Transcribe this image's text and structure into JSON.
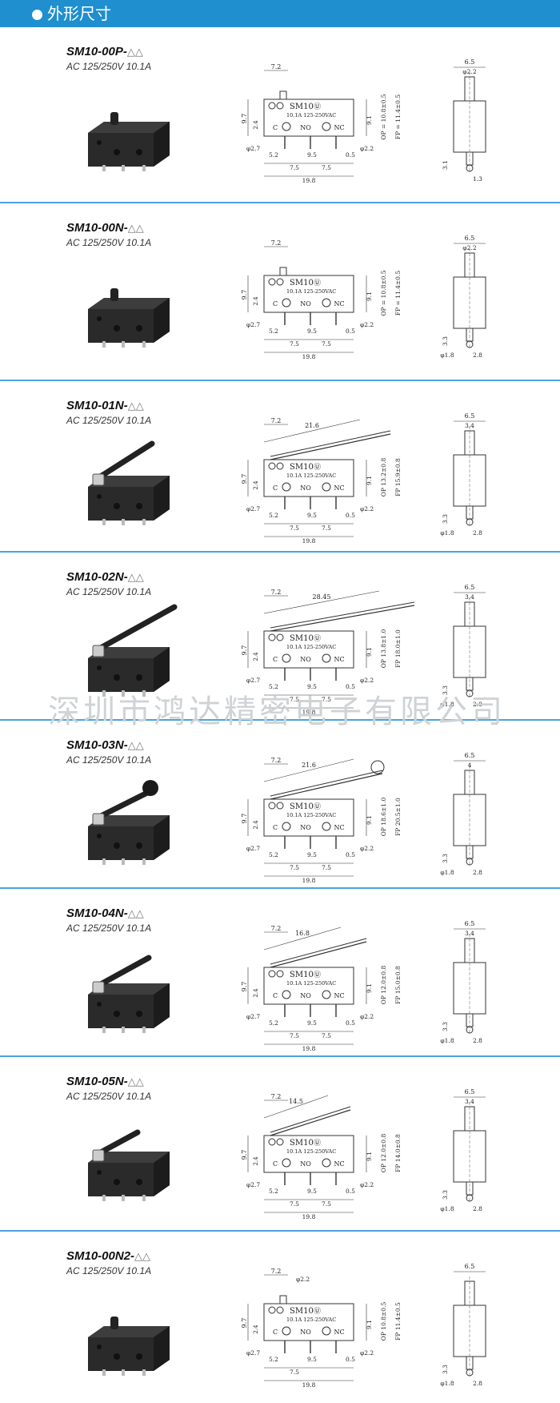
{
  "header": {
    "title": "外形尺寸"
  },
  "watermark": "深圳市鸿达精密电子有限公司",
  "common": {
    "rating": "AC 125/250V 10.1A",
    "label": "SM10",
    "spec": "10.1A  125-250VAC",
    "pin_c": "C",
    "pin_no": "NO",
    "pin_nc": "NC"
  },
  "items": [
    {
      "model": "SM10-00P-",
      "marks": "△△",
      "dims": {
        "w": "7.2",
        "h": "9.7",
        "d1": "2.4",
        "pin_d": "φ2.7",
        "hole_d": "φ2.2",
        "a": "5.2",
        "b": "9.5",
        "c": "0.5",
        "e": "7.5",
        "f": "7.5",
        "total": "19.8",
        "op": "OP = 10.8±0.5",
        "fp": "FP = 11.4±0.5",
        "mid": "9.1",
        "side_top": "φ2.2",
        "side_w": "6.5",
        "side_a": "3.1",
        "side_b": "1.3"
      }
    },
    {
      "model": "SM10-00N-",
      "marks": "△△",
      "dims": {
        "w": "7.2",
        "h": "9.7",
        "d1": "2.4",
        "pin_d": "φ2.7",
        "hole_d": "φ2.2",
        "a": "5.2",
        "b": "9.5",
        "c": "0.5",
        "e": "7.5",
        "f": "7.5",
        "total": "19.8",
        "op": "OP = 10.8±0.5",
        "fp": "FP = 11.4±0.5",
        "mid": "9.1",
        "side_top": "φ2.2",
        "side_w": "6.5",
        "side_a": "3.3",
        "side_b": "2.8",
        "side_c": "φ1.8"
      }
    },
    {
      "model": "SM10-01N-",
      "marks": "△△",
      "dims": {
        "lever": "21.6",
        "w": "7.2",
        "h": "9.7",
        "d1": "2.4",
        "pin_d": "φ2.7",
        "hole_d": "φ2.2",
        "a": "5.2",
        "b": "9.5",
        "c": "0.5",
        "e": "7.5",
        "f": "7.5",
        "total": "19.8",
        "op": "OP 13.2±0.8",
        "fp": "FP 15.9±0.8",
        "mid": "9.1",
        "side_w": "6.5",
        "side_top": "3.4",
        "side_a": "3.3",
        "side_b": "2.8",
        "side_c": "φ1.8"
      }
    },
    {
      "model": "SM10-02N-",
      "marks": "△△",
      "dims": {
        "lever": "28.45",
        "w": "7.2",
        "h": "9.7",
        "d1": "2.4",
        "pin_d": "φ2.7",
        "hole_d": "φ2.2",
        "a": "5.2",
        "b": "9.5",
        "c": "0.5",
        "e": "7.5",
        "f": "7.5",
        "total": "19.8",
        "op": "OP 13.8±1.0",
        "fp": "FP 18.0±1.0",
        "mid": "9.1",
        "side_w": "6.5",
        "side_top": "3.4",
        "side_a": "3.3",
        "side_b": "2.8",
        "side_c": "φ1.8"
      }
    },
    {
      "model": "SM10-03N-",
      "marks": "△△",
      "dims": {
        "lever": "21.6",
        "w": "7.2",
        "h": "9.7",
        "d1": "2.4",
        "pin_d": "φ2.7",
        "hole_d": "φ2.2",
        "a": "5.2",
        "b": "9.5",
        "c": "0.5",
        "e": "7.5",
        "f": "7.5",
        "total": "19.8",
        "op": "OP 18.6±1.0",
        "fp": "FP 20.5±1.0",
        "mid": "9.1",
        "side_w": "6.5",
        "side_top": "4",
        "side_a": "3.3",
        "side_b": "2.8",
        "side_c": "φ1.8"
      }
    },
    {
      "model": "SM10-04N-",
      "marks": "△△",
      "dims": {
        "lever": "16.8",
        "w": "7.2",
        "h": "9.7",
        "d1": "2.4",
        "pin_d": "φ2.7",
        "hole_d": "φ2.2",
        "a": "5.2",
        "b": "9.5",
        "c": "0.5",
        "e": "7.5",
        "f": "7.5",
        "total": "19.8",
        "op": "OP 12.0±0.8",
        "fp": "FP 15.0±0.8",
        "mid": "9.1",
        "side_w": "6.5",
        "side_top": "3.4",
        "side_a": "3.3",
        "side_b": "2.8",
        "side_c": "φ1.8"
      }
    },
    {
      "model": "SM10-05N-",
      "marks": "△△",
      "dims": {
        "lever": "14.5",
        "w": "7.2",
        "h": "9.7",
        "d1": "2.4",
        "pin_d": "φ2.7",
        "hole_d": "φ2.2",
        "a": "5.2",
        "b": "9.5",
        "c": "0.5",
        "e": "7.5",
        "f": "7.5",
        "total": "19.8",
        "op": "OP 12.0±0.8",
        "fp": "FP 14.0±0.8",
        "mid": "9.1",
        "side_w": "6.5",
        "side_top": "3.4",
        "side_a": "3.3",
        "side_b": "2.8",
        "side_c": "φ1.8"
      }
    },
    {
      "model": "SM10-00N2-",
      "marks": "△△",
      "dims": {
        "w": "7.2",
        "h": "9.7",
        "d1": "2.4",
        "pin_d": "φ2.7",
        "hole_d": "φ2.2",
        "top_d": "φ2.2",
        "a": "5.2",
        "b": "9.5",
        "c": "0.5",
        "e": "7.5",
        "total": "19.8",
        "op": "OP 10.8±0.5",
        "fp": "FP 11.4±0.5",
        "mid": "9.1",
        "side_w": "6.5",
        "side_a": "3.3",
        "side_b": "2.8",
        "side_c": "φ1.8"
      }
    }
  ]
}
